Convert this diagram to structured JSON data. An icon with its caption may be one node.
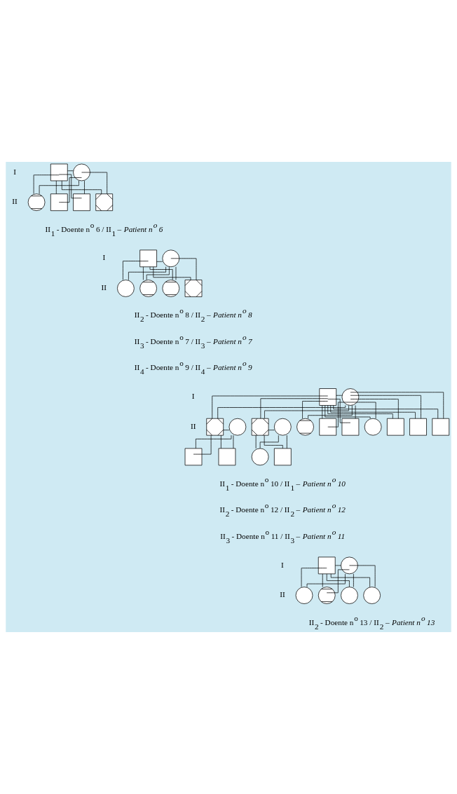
{
  "diagram": {
    "nodes": [
      {
        "text": [],
        "shape": "square"
      },
      {
        "text": [],
        "shape": "circle"
      },
      {
        "text": [],
        "shape": "slashed-circle"
      },
      {
        "text": [],
        "shape": "square"
      },
      {
        "text": [],
        "shape": "square"
      },
      {
        "text": [],
        "shape": "slashed-square"
      },
      {
        "text": [],
        "shape": "square"
      },
      {
        "text": [],
        "shape": "circle"
      },
      {
        "text": [],
        "shape": "circle"
      },
      {
        "text": [],
        "shape": "slashed-circle"
      },
      {
        "text": [],
        "shape": "slashed-circle"
      },
      {
        "text": [],
        "shape": "slashed-square"
      },
      {
        "text": [],
        "shape": "square"
      },
      {
        "text": [],
        "shape": "circle"
      },
      {
        "text": [],
        "shape": "slashed-square"
      },
      {
        "text": [],
        "shape": "circle"
      },
      {
        "text": [],
        "shape": "slashed-square"
      },
      {
        "text": [],
        "shape": "circle"
      },
      {
        "text": [],
        "shape": "slashed-circle"
      },
      {
        "text": [],
        "shape": "square"
      },
      {
        "text": [],
        "shape": "square"
      },
      {
        "text": [],
        "shape": "circle"
      },
      {
        "text": [],
        "shape": "square"
      },
      {
        "text": [],
        "shape": "square"
      },
      {
        "text": [],
        "shape": "square"
      },
      {
        "text": [],
        "shape": "square"
      },
      {
        "text": [],
        "shape": "square"
      },
      {
        "text": [],
        "shape": "circle"
      },
      {
        "text": [],
        "shape": "square"
      },
      {
        "text": [],
        "shape": "square"
      },
      {
        "text": [],
        "shape": "circle"
      },
      {
        "text": [],
        "shape": "circle"
      },
      {
        "text": [],
        "shape": "slashed-circle"
      },
      {
        "text": [],
        "shape": "circle"
      },
      {
        "text": [],
        "shape": "circle"
      }
    ],
    "edges": [
      {
        "from": 0,
        "to": 1,
        "arrow": "none"
      },
      {
        "from": 0,
        "to": 2,
        "arrow": "none"
      },
      {
        "from": 1,
        "to": 2,
        "arrow": "none"
      },
      {
        "from": 0,
        "to": 3,
        "arrow": "none"
      },
      {
        "from": 1,
        "to": 3,
        "arrow": "none"
      },
      {
        "from": 0,
        "to": 4,
        "arrow": "none"
      },
      {
        "from": 1,
        "to": 4,
        "arrow": "none"
      },
      {
        "from": 0,
        "to": 5,
        "arrow": "none"
      },
      {
        "from": 1,
        "to": 5,
        "arrow": "none"
      },
      {
        "from": 6,
        "to": 7,
        "arrow": "none"
      },
      {
        "from": 6,
        "to": 8,
        "arrow": "none"
      },
      {
        "from": 7,
        "to": 8,
        "arrow": "none"
      },
      {
        "from": 6,
        "to": 9,
        "arrow": "none"
      },
      {
        "from": 7,
        "to": 9,
        "arrow": "none"
      },
      {
        "from": 6,
        "to": 10,
        "arrow": "none"
      },
      {
        "from": 7,
        "to": 10,
        "arrow": "none"
      },
      {
        "from": 6,
        "to": 11,
        "arrow": "none"
      },
      {
        "from": 7,
        "to": 11,
        "arrow": "none"
      },
      {
        "from": 12,
        "to": 13,
        "arrow": "none"
      },
      {
        "from": 12,
        "to": 14,
        "arrow": "none"
      },
      {
        "from": 13,
        "to": 14,
        "arrow": "none"
      },
      {
        "from": 12,
        "to": 16,
        "arrow": "none"
      },
      {
        "from": 13,
        "to": 16,
        "arrow": "none"
      },
      {
        "from": 12,
        "to": 18,
        "arrow": "none"
      },
      {
        "from": 13,
        "to": 18,
        "arrow": "none"
      },
      {
        "from": 12,
        "to": 19,
        "arrow": "none"
      },
      {
        "from": 13,
        "to": 19,
        "arrow": "none"
      },
      {
        "from": 12,
        "to": 20,
        "arrow": "none"
      },
      {
        "from": 13,
        "to": 20,
        "arrow": "none"
      },
      {
        "from": 12,
        "to": 21,
        "arrow": "none"
      },
      {
        "from": 13,
        "to": 21,
        "arrow": "none"
      },
      {
        "from": 12,
        "to": 22,
        "arrow": "none"
      },
      {
        "from": 13,
        "to": 22,
        "arrow": "none"
      },
      {
        "from": 12,
        "to": 23,
        "arrow": "none"
      },
      {
        "from": 13,
        "to": 23,
        "arrow": "none"
      },
      {
        "from": 12,
        "to": 24,
        "arrow": "none"
      },
      {
        "from": 13,
        "to": 24,
        "arrow": "none"
      },
      {
        "from": 14,
        "to": 15,
        "arrow": "none"
      },
      {
        "from": 14,
        "to": 25,
        "arrow": "none"
      },
      {
        "from": 15,
        "to": 25,
        "arrow": "none"
      },
      {
        "from": 14,
        "to": 26,
        "arrow": "none"
      },
      {
        "from": 15,
        "to": 26,
        "arrow": "none"
      },
      {
        "from": 16,
        "to": 17,
        "arrow": "none"
      },
      {
        "from": 16,
        "to": 27,
        "arrow": "none"
      },
      {
        "from": 17,
        "to": 27,
        "arrow": "none"
      },
      {
        "from": 16,
        "to": 28,
        "arrow": "none"
      },
      {
        "from": 17,
        "to": 28,
        "arrow": "none"
      },
      {
        "from": 29,
        "to": 30,
        "arrow": "none"
      },
      {
        "from": 29,
        "to": 31,
        "arrow": "none"
      },
      {
        "from": 30,
        "to": 31,
        "arrow": "none"
      },
      {
        "from": 29,
        "to": 32,
        "arrow": "none"
      },
      {
        "from": 30,
        "to": 32,
        "arrow": "none"
      },
      {
        "from": 29,
        "to": 33,
        "arrow": "none"
      },
      {
        "from": 30,
        "to": 33,
        "arrow": "none"
      },
      {
        "from": 29,
        "to": 34,
        "arrow": "none"
      },
      {
        "from": 30,
        "to": 34,
        "arrow": "none"
      }
    ],
    "labels": [
      "I",
      "II",
      "II$_{1}$ - Doente n$^{o}$ 6 / II$_{1}$ – *Patient n$^{o}$ 6*",
      "I",
      "II",
      "II$_{2}$ - Doente n$^{o}$ 8 / II$_{2}$ – *Patient n$^{o}$ 8*",
      "II$_{3}$ - Doente n$^{o}$ 7 / II$_{3}$ – *Patient n$^{o}$ 7*",
      "II$_{4}$ - Doente n$^{o}$ 9 / II$_{4}$ – *Patient n$^{o}$ 9*",
      "I",
      "II",
      "II$_{1}$ - Doente n$^{o}$ 10 / II$_{1}$ – *Patient n$^{o}$ 10*",
      "II$_{2}$ - Doente n$^{o}$ 12 / II$_{2}$ – *Patient n$^{o}$ 12*",
      "II$_{3}$ - Doente n$^{o}$ 11 / II$_{3}$ – *Patient n$^{o}$ 11*",
      "I",
      "II",
      "II$_{2}$ - Doente n$^{o}$ 13 / II$_{2}$ – *Patient n$^{o}$ 13*"
    ]
  }
}
